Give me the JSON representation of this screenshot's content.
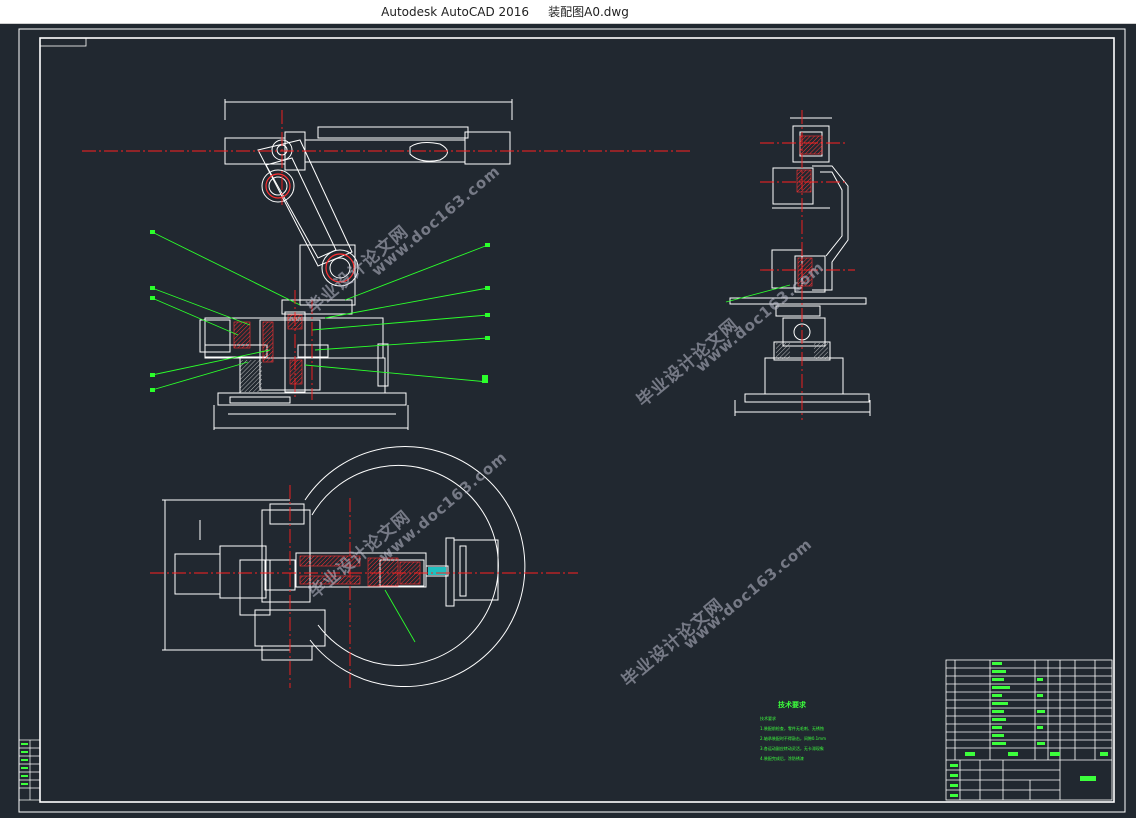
{
  "window": {
    "title": "Autodesk AutoCAD 2016     装配图A0.dwg"
  },
  "drawing": {
    "colors": {
      "background": "#212830",
      "frame": "#ffffff",
      "center_line": "#ff2020",
      "leader": "#2bff2b",
      "hatch": "#ff3030",
      "annotation_text": "#3cff3c"
    },
    "technical_requirements": {
      "title": "技术要求",
      "lines": [
        "技术要求",
        "1.装配前检查，零件无毛刺、无锈蚀",
        "2.轴承装配时不得敲击，间隙0.1mm",
        "3.各运动副应转动灵活，无卡滞现象",
        "4.装配完成后，涂防锈漆"
      ]
    },
    "watermark": {
      "site": "www.doc163.com",
      "name": "毕业设计论文网"
    }
  }
}
